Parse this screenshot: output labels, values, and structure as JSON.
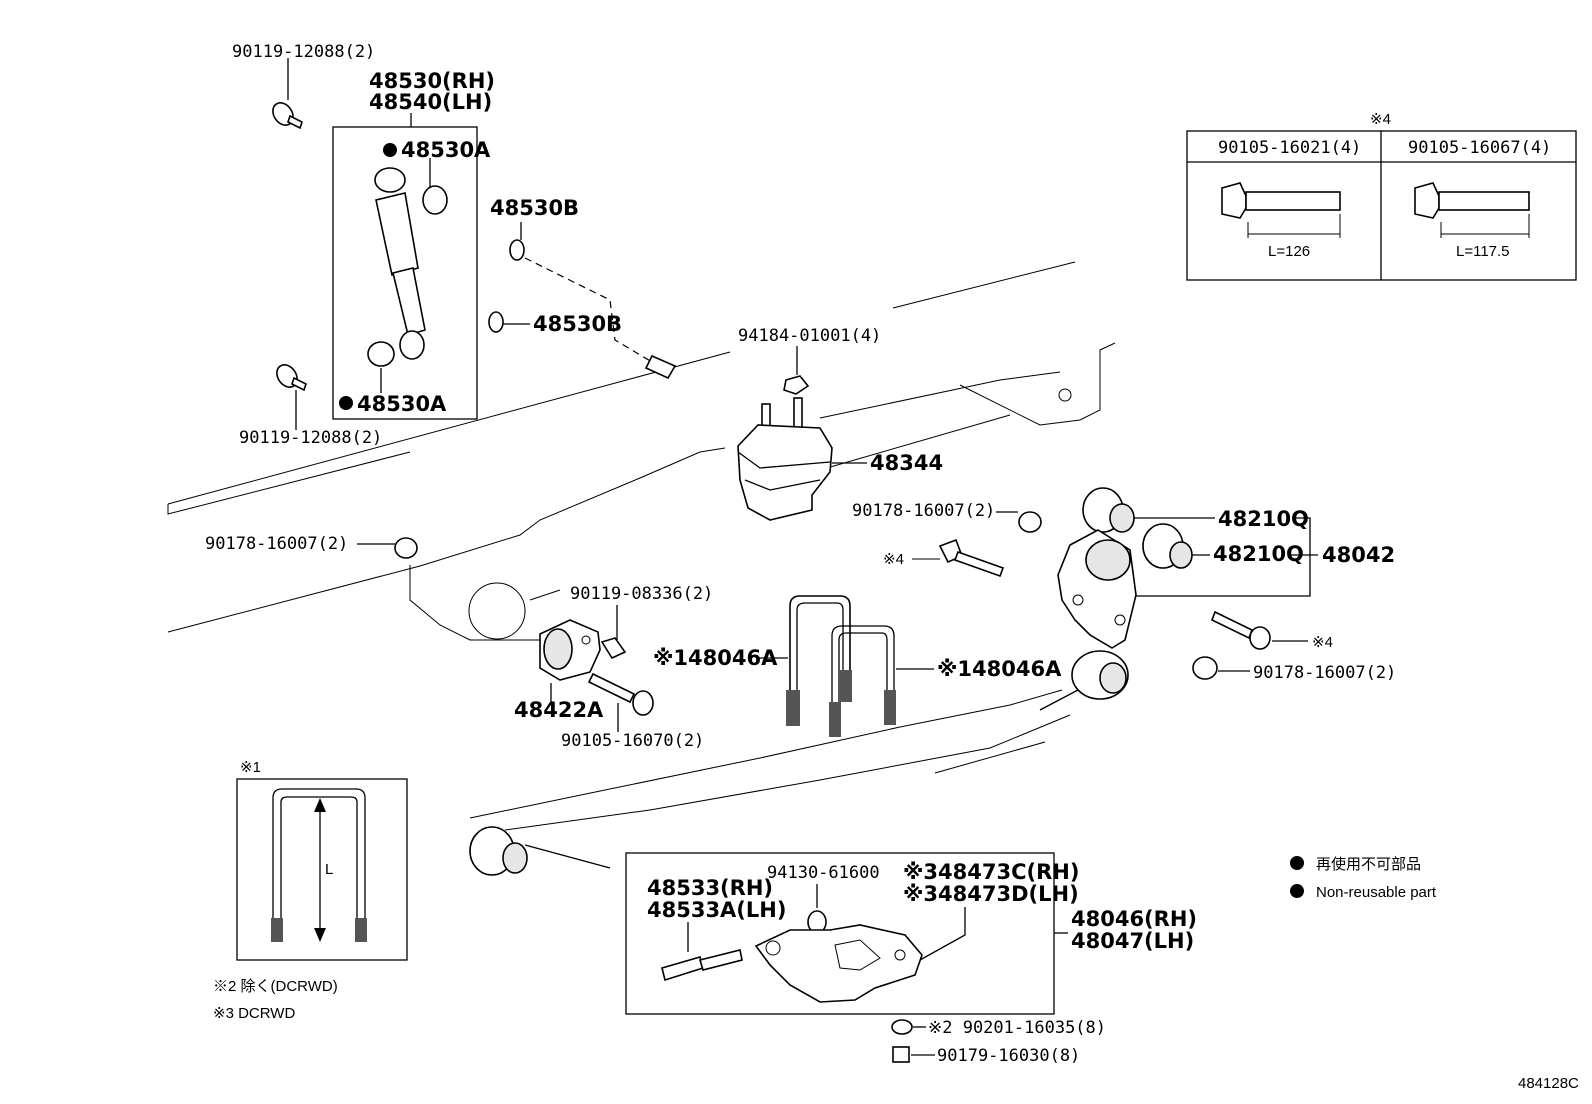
{
  "shock": {
    "bolt_upper": "90119-12088(2)",
    "bolt_lower": "90119-12088(2)",
    "part_rh": "48530(RH)",
    "part_lh": "48540(LH)",
    "bushing_upper": "48530A",
    "bushing_lower": "48530A",
    "washer_upper": "48530B",
    "washer_lower": "48530B"
  },
  "bumper": {
    "nut": "94184-01001(4)",
    "part": "48344"
  },
  "frame": {
    "nut_left": "90178-16007(2)",
    "nut_mid": "90178-16007(2)",
    "note4_mid": "※4"
  },
  "bracket": {
    "bolt_small": "90119-08336(2)",
    "bolt_large": "90105-16070(2)",
    "part": "48422A"
  },
  "ubolt": {
    "left": "※148046A",
    "right": "※148046A"
  },
  "shackle": {
    "bushing_1": "48210Q",
    "bushing_2": "48210Q",
    "assembly": "48042",
    "note4": "※4",
    "nut": "90178-16007(2)"
  },
  "table4": {
    "note": "※4",
    "col1_part": "90105-16021(4)",
    "col2_part": "90105-16067(4)",
    "col1_len": "L=126",
    "col2_len": "L=117.5"
  },
  "inset1": {
    "note": "※1",
    "dimension": "L"
  },
  "notes": {
    "note2": "※2 除く(DCRWD)",
    "note3": "※3 DCRWD"
  },
  "spring_box": {
    "pin_rh": "48533(RH)",
    "pin_lh": "48533A(LH)",
    "nut": "94130-61600",
    "plate_c": "※348473C(RH)",
    "plate_d": "※348473D(LH)",
    "spring_rh": "48046(RH)",
    "spring_lh": "48047(LH)",
    "washer": "※2 90201-16035(8)",
    "nut_bottom": "90179-16030(8)"
  },
  "legend": {
    "jp": "再使用不可部品",
    "en": "Non-reusable part"
  },
  "ref_code": "484128C"
}
